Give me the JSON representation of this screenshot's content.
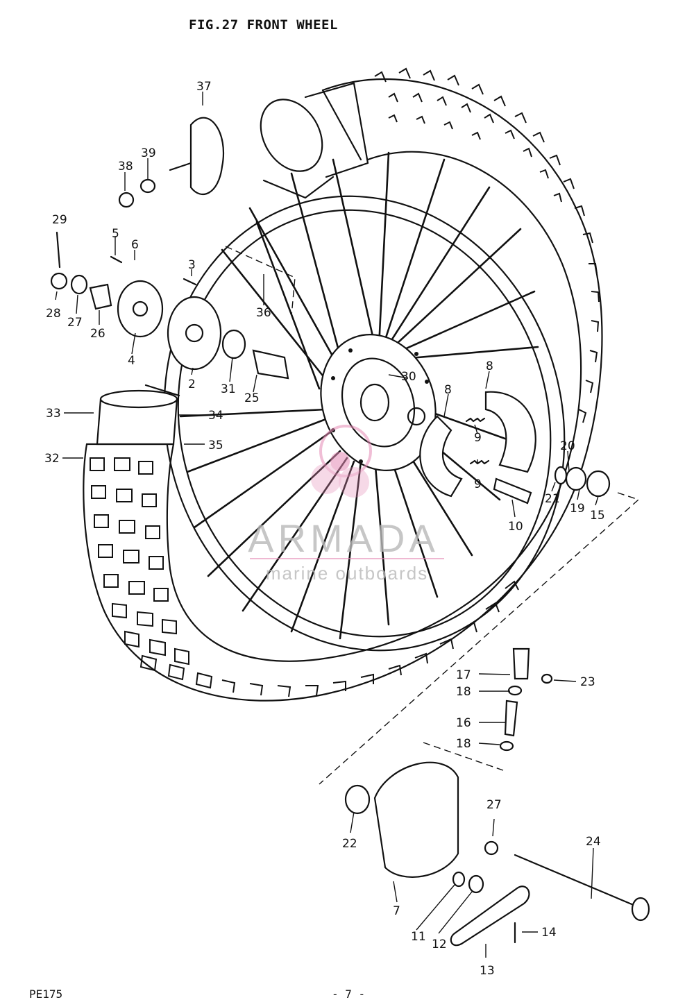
{
  "title": "FIG.27   FRONT WHEEL",
  "footer_left": "PE175",
  "footer_center": "- 7 -",
  "watermark": {
    "brand": "ARMADA",
    "tagline": "marine outboards",
    "logo_color": "#e58ab5",
    "text_color": "#b8b8b8"
  },
  "callouts": [
    "37",
    "38",
    "39",
    "29",
    "5",
    "6",
    "3",
    "28",
    "27",
    "26",
    "4",
    "2",
    "31",
    "25",
    "36",
    "30",
    "8",
    "8",
    "9",
    "9",
    "33",
    "34",
    "32",
    "35",
    "20",
    "21",
    "19",
    "15",
    "10",
    "17",
    "23",
    "18",
    "16",
    "18",
    "27",
    "22",
    "24",
    "7",
    "11",
    "12",
    "14",
    "13"
  ]
}
